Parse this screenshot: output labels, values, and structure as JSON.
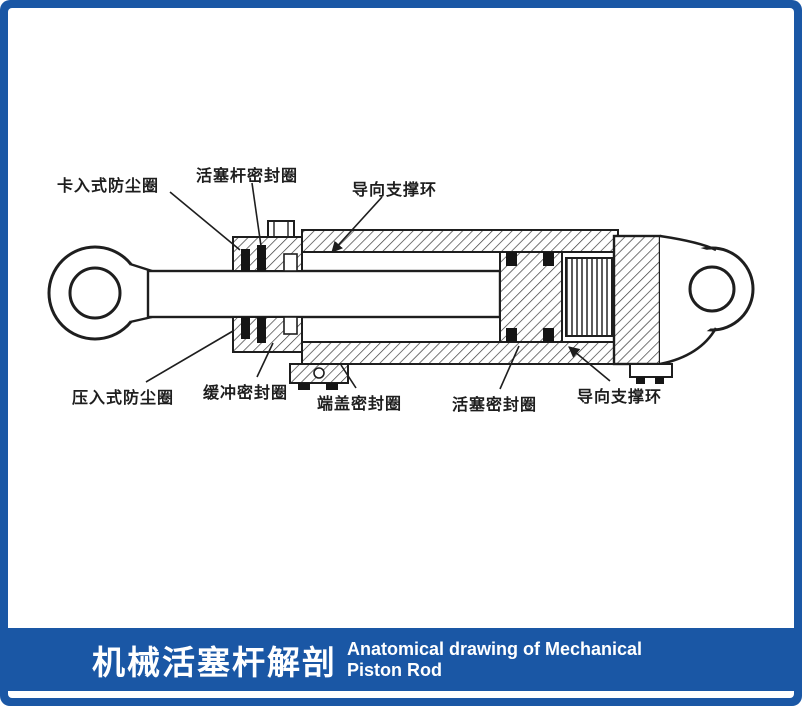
{
  "diagram": {
    "labels": [
      {
        "id": "snap-in-dust-ring",
        "text": "卡入式防尘圈"
      },
      {
        "id": "piston-rod-seal-ring",
        "text": "活塞杆密封圈"
      },
      {
        "id": "guide-support-ring-top",
        "text": "导向支撑环"
      },
      {
        "id": "press-in-dust-ring",
        "text": "压入式防尘圈"
      },
      {
        "id": "buffer-seal-ring",
        "text": "缓冲密封圈"
      },
      {
        "id": "end-cap-seal-ring",
        "text": "端盖密封圈"
      },
      {
        "id": "piston-seal-ring",
        "text": "活塞密封圈"
      },
      {
        "id": "guide-support-ring-bottom",
        "text": "导向支撑环"
      }
    ]
  },
  "banner": {
    "title_zh": "机械活塞杆解剖",
    "title_en_line1": "Anatomical drawing of Mechanical",
    "title_en_line2": "Piston Rod"
  },
  "colors": {
    "frame_blue": "#1a57a5",
    "ink": "#1e1e1e"
  }
}
